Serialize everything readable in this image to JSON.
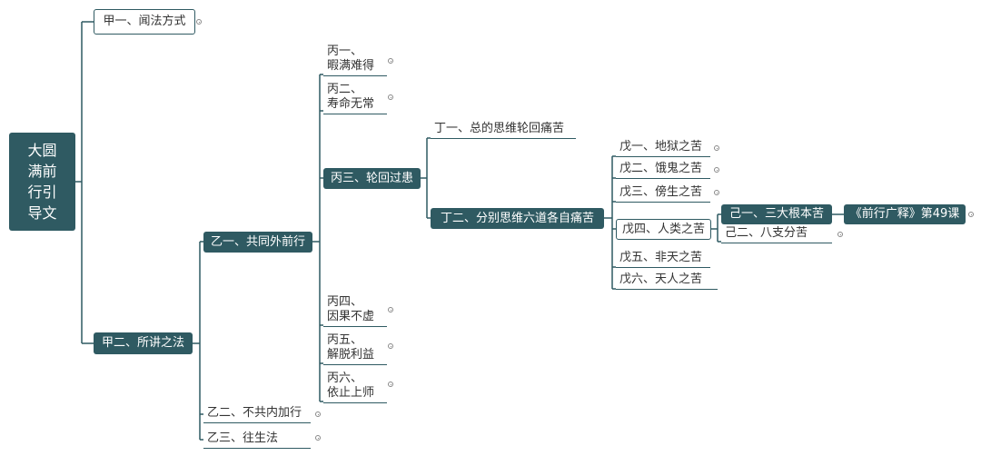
{
  "root": {
    "lines": [
      "大圆",
      "满前",
      "行引",
      "导文"
    ]
  },
  "jia1": "甲一、闻法方式",
  "jia2": "甲二、所讲之法",
  "yi1": "乙一、共同外前行",
  "yi2": "乙二、不共内加行",
  "yi3": "乙三、往生法",
  "bing1": {
    "l1": "丙一、",
    "l2": "暇满难得"
  },
  "bing2": {
    "l1": "丙二、",
    "l2": "寿命无常"
  },
  "bing3": "丙三、轮回过患",
  "bing4": {
    "l1": "丙四、",
    "l2": "因果不虚"
  },
  "bing5": {
    "l1": "丙五、",
    "l2": "解脱利益"
  },
  "bing6": {
    "l1": "丙六、",
    "l2": "依止上师"
  },
  "ding1": "丁一、总的思维轮回痛苦",
  "ding2": "丁二、分别思维六道各自痛苦",
  "wu1": "戊一、地狱之苦",
  "wu2": "戊二、饿鬼之苦",
  "wu3": "戊三、傍生之苦",
  "wu4": "戊四、人类之苦",
  "wu5": "戊五、非天之苦",
  "wu6": "戊六、天人之苦",
  "ji1": "己一、三大根本苦",
  "ji2": "己二、八支分苦",
  "lesson": "《前行广释》第49课",
  "colors": {
    "dark": "#2f5a62",
    "line": "#2f5a62"
  }
}
